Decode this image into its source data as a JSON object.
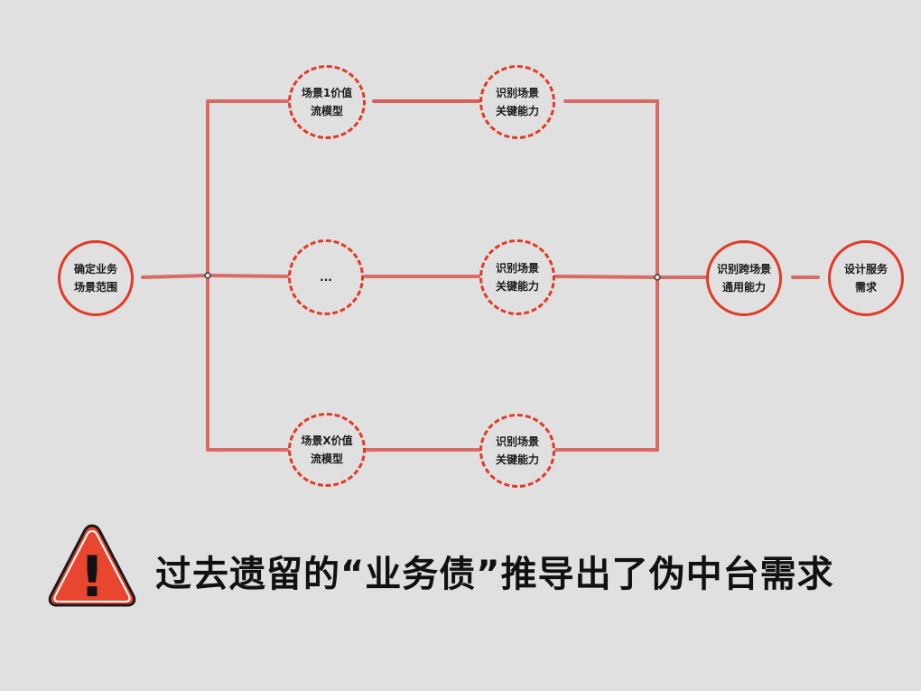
{
  "nodes": {
    "start": "确定业务\n场景范围",
    "scene_top": "场景1价值\n流模型",
    "scene_mid": "...",
    "scene_bottom": "场景X价值\n流模型",
    "key_top": "识别场景\n关键能力",
    "key_mid": "识别场景\n关键能力",
    "key_bottom": "识别场景\n关键能力",
    "cross": "识别跨场景\n通用能力",
    "design": "设计服务\n需求"
  },
  "warning": {
    "icon": "warning-triangle-icon",
    "symbol": "!",
    "headline": "过去遗留的“业务债”推导出了伪中台需求"
  },
  "colors": {
    "accent": "#e23a26",
    "line": "#d96b66",
    "warning_fill": "#e8462e",
    "background": "#e0e0e0"
  }
}
